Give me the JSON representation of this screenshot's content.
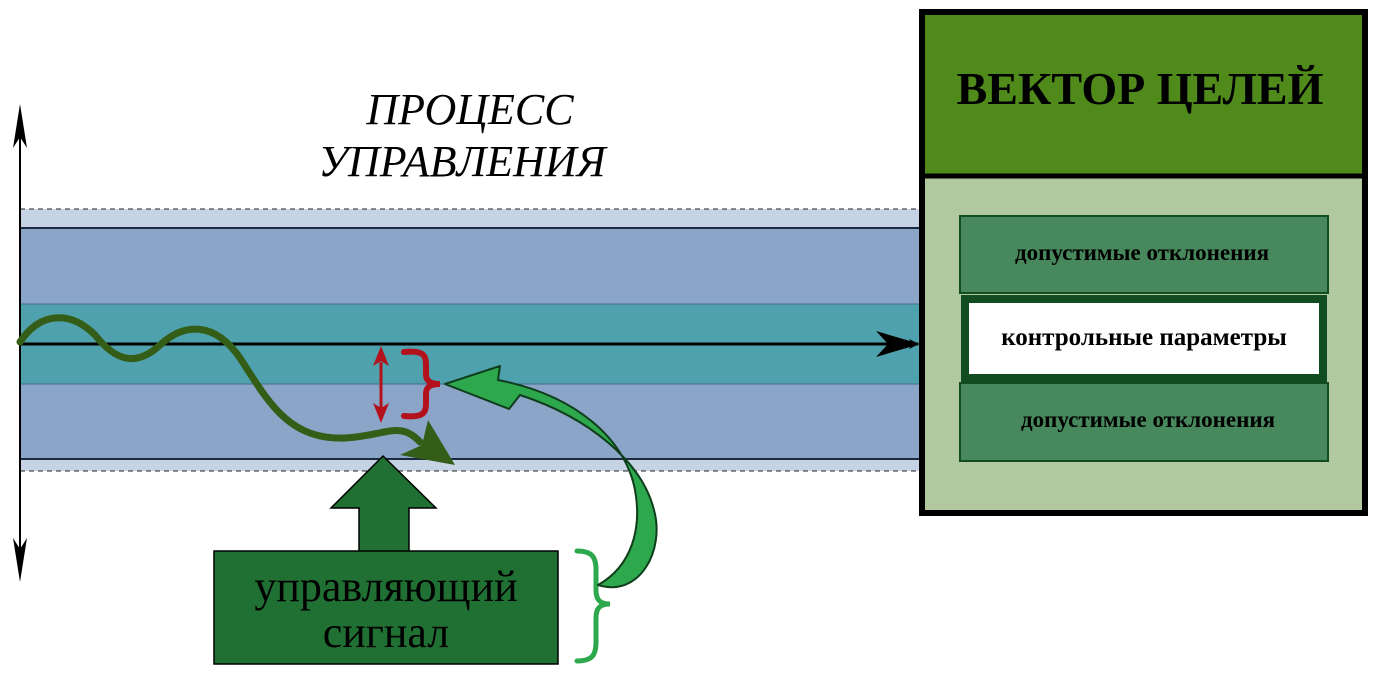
{
  "process": {
    "title_line1": "ПРОЦЕСС",
    "title_line2": "УПРАВЛЕНИЯ"
  },
  "goal_vector": {
    "title": "ВЕКТОР ЦЕЛЕЙ",
    "rows": {
      "upper_deviation": "допустимые отклонения",
      "control_parameters": "контрольные параметры",
      "lower_deviation": "допустимые отклонения"
    }
  },
  "control_signal": {
    "line1": "управляющий",
    "line2": "сигнал"
  },
  "colors": {
    "outer_band": "#c5d3e5",
    "middle_band": "#8ba5c8",
    "inner_band": "#4fa2ad",
    "goal_header": "#4f8a1b",
    "goal_panel": "#b2c99f",
    "deviation_box": "#47885c",
    "signal_box": "#217033",
    "feedback_arrow": "#2ea84d",
    "trajectory": "#345e17",
    "deviation_marker": "#b3121c"
  }
}
